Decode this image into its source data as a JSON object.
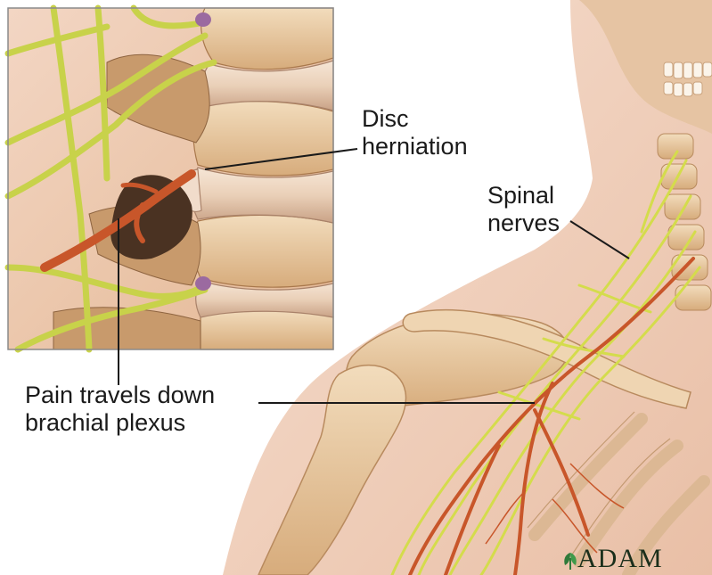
{
  "labels": {
    "disc_line1": "Disc",
    "disc_line2": "herniation",
    "spinal_line1": "Spinal",
    "spinal_line2": "nerves",
    "pain_line1": "Pain travels down",
    "pain_line2": "brachial plexus"
  },
  "logo": {
    "text": "ADAM"
  },
  "colors": {
    "nerve": "#c8d24a",
    "artery": "#c8562a",
    "bone": "#e8c9a0",
    "disc": "#eed8c4",
    "skin": "#f1d2c0",
    "leaf": "#2f7a3a"
  }
}
